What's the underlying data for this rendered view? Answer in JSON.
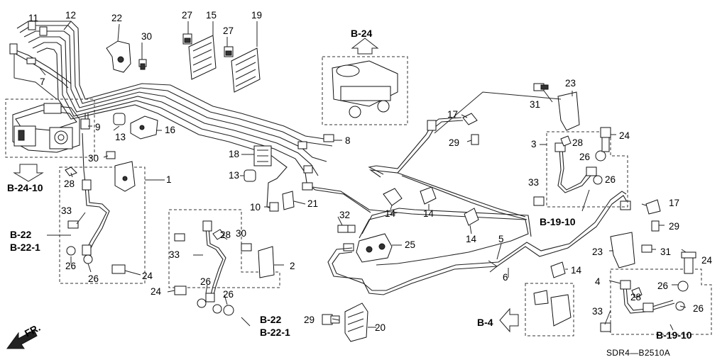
{
  "diagram": {
    "code": "SDR4—B2510A",
    "front_label": "FR.",
    "refs": {
      "b24": "B-24",
      "b24_10": "B-24-10",
      "b22_left": "B-22",
      "b22_1_left": "B-22-1",
      "b22_mid": "B-22",
      "b22_1_mid": "B-22-1",
      "b19_10_upper": "B-19-10",
      "b19_10_lower": "B-19-10",
      "b4": "B-4"
    },
    "callouts": [
      {
        "id": "c11",
        "label": "11"
      },
      {
        "id": "c12",
        "label": "12"
      },
      {
        "id": "c22",
        "label": "22"
      },
      {
        "id": "c30a",
        "label": "30"
      },
      {
        "id": "c27a",
        "label": "27"
      },
      {
        "id": "c15",
        "label": "15"
      },
      {
        "id": "c27b",
        "label": "27"
      },
      {
        "id": "c19",
        "label": "19"
      },
      {
        "id": "c7",
        "label": "7"
      },
      {
        "id": "c9",
        "label": "9"
      },
      {
        "id": "c13a",
        "label": "13"
      },
      {
        "id": "c16",
        "label": "16"
      },
      {
        "id": "c30b",
        "label": "30"
      },
      {
        "id": "c1",
        "label": "1"
      },
      {
        "id": "c28a",
        "label": "28"
      },
      {
        "id": "c33a",
        "label": "33"
      },
      {
        "id": "c26a",
        "label": "26"
      },
      {
        "id": "c26b",
        "label": "26"
      },
      {
        "id": "c24a",
        "label": "24"
      },
      {
        "id": "c18",
        "label": "18"
      },
      {
        "id": "c13b",
        "label": "13"
      },
      {
        "id": "c10",
        "label": "10"
      },
      {
        "id": "c21",
        "label": "21"
      },
      {
        "id": "c8",
        "label": "8"
      },
      {
        "id": "c28b",
        "label": "28"
      },
      {
        "id": "c30c",
        "label": "30"
      },
      {
        "id": "c33b",
        "label": "33"
      },
      {
        "id": "c2",
        "label": "2"
      },
      {
        "id": "c24b",
        "label": "24"
      },
      {
        "id": "c26c",
        "label": "26"
      },
      {
        "id": "c26d",
        "label": "26"
      },
      {
        "id": "c32",
        "label": "32"
      },
      {
        "id": "c25",
        "label": "25"
      },
      {
        "id": "c29a",
        "label": "29"
      },
      {
        "id": "c20",
        "label": "20"
      },
      {
        "id": "c17a",
        "label": "17"
      },
      {
        "id": "c29b",
        "label": "29"
      },
      {
        "id": "c14a",
        "label": "14"
      },
      {
        "id": "c14b",
        "label": "14"
      },
      {
        "id": "c14c",
        "label": "14"
      },
      {
        "id": "c5",
        "label": "5"
      },
      {
        "id": "c6",
        "label": "6"
      },
      {
        "id": "c14d",
        "label": "14"
      },
      {
        "id": "c31a",
        "label": "31"
      },
      {
        "id": "c23a",
        "label": "23"
      },
      {
        "id": "c3",
        "label": "3"
      },
      {
        "id": "c28c",
        "label": "28"
      },
      {
        "id": "c24c",
        "label": "24"
      },
      {
        "id": "c26e",
        "label": "26"
      },
      {
        "id": "c26f",
        "label": "26"
      },
      {
        "id": "c33c",
        "label": "33"
      },
      {
        "id": "c17b",
        "label": "17"
      },
      {
        "id": "c29c",
        "label": "29"
      },
      {
        "id": "c23b",
        "label": "23"
      },
      {
        "id": "c31b",
        "label": "31"
      },
      {
        "id": "c24d",
        "label": "24"
      },
      {
        "id": "c4",
        "label": "4"
      },
      {
        "id": "c26g",
        "label": "26"
      },
      {
        "id": "c28d",
        "label": "28"
      },
      {
        "id": "c26h",
        "label": "26"
      },
      {
        "id": "c33d",
        "label": "33"
      }
    ]
  }
}
